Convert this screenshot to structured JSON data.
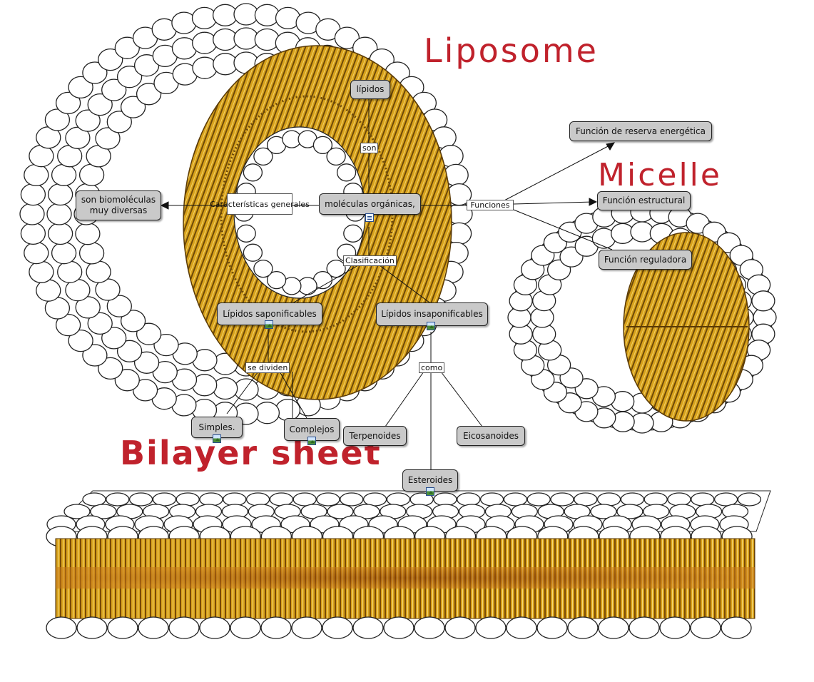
{
  "background_labels": {
    "liposome": "Liposome",
    "micelle": "Micelle",
    "bilayer": "Bilayer sheet"
  },
  "colors": {
    "title_red": "#c0222c",
    "lipid_gold": "#d8a21c",
    "lipid_dark": "#6e4a08",
    "node_fill": "#c9c9c9",
    "head_stroke": "#222222"
  },
  "concept_map": {
    "lipidos": "lípidos",
    "son": "son",
    "moleculas_organicas": "moléculas orgánicas,",
    "caracteristicas_generales": "Características generales",
    "biomoleculas": "son biomoléculas muy diversas",
    "funciones": "Funciones",
    "funcion_reserva": "Función de reserva energética",
    "funcion_estructural": "Función estructural",
    "funcion_reguladora": "Función reguladora",
    "clasificacion": "Clasificación",
    "saponificables": "Lípidos saponificables",
    "insaponificables": "Lípidos insaponificables",
    "se_dividen": "se dividen",
    "como": "como",
    "simples": "Simples.",
    "complejos": "Complejos",
    "terpenoides": "Terpenoides",
    "eicosanoides": "Eicosanoides",
    "esteroides": "Esteroides"
  }
}
